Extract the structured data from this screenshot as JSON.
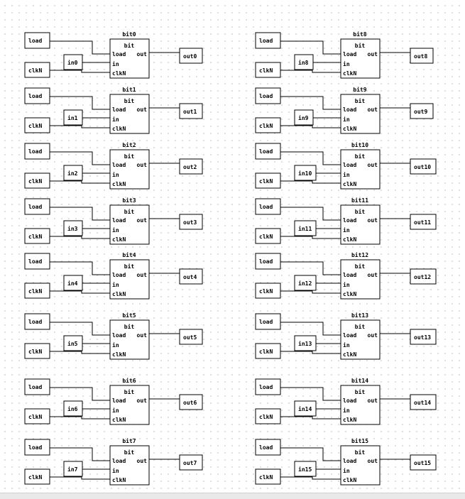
{
  "circuit": {
    "pin_labels": {
      "load": "load",
      "clock": "clkN"
    },
    "chip_ports": {
      "title": "bit",
      "load": "load",
      "in": "in",
      "clk": "clkN",
      "out": "out"
    },
    "bits": [
      {
        "name": "bit0",
        "input": "in0",
        "output": "out0"
      },
      {
        "name": "bit1",
        "input": "in1",
        "output": "out1"
      },
      {
        "name": "bit2",
        "input": "in2",
        "output": "out2"
      },
      {
        "name": "bit3",
        "input": "in3",
        "output": "out3"
      },
      {
        "name": "bit4",
        "input": "in4",
        "output": "out4"
      },
      {
        "name": "bit5",
        "input": "in5",
        "output": "out5"
      },
      {
        "name": "bit6",
        "input": "in6",
        "output": "out6"
      },
      {
        "name": "bit7",
        "input": "in7",
        "output": "out7"
      },
      {
        "name": "bit8",
        "input": "in8",
        "output": "out8"
      },
      {
        "name": "bit9",
        "input": "in9",
        "output": "out9"
      },
      {
        "name": "bit10",
        "input": "in10",
        "output": "out10"
      },
      {
        "name": "bit11",
        "input": "in11",
        "output": "out11"
      },
      {
        "name": "bit12",
        "input": "in12",
        "output": "out12"
      },
      {
        "name": "bit13",
        "input": "in13",
        "output": "out13"
      },
      {
        "name": "bit14",
        "input": "in14",
        "output": "out14"
      },
      {
        "name": "bit15",
        "input": "in15",
        "output": "out15"
      }
    ]
  }
}
